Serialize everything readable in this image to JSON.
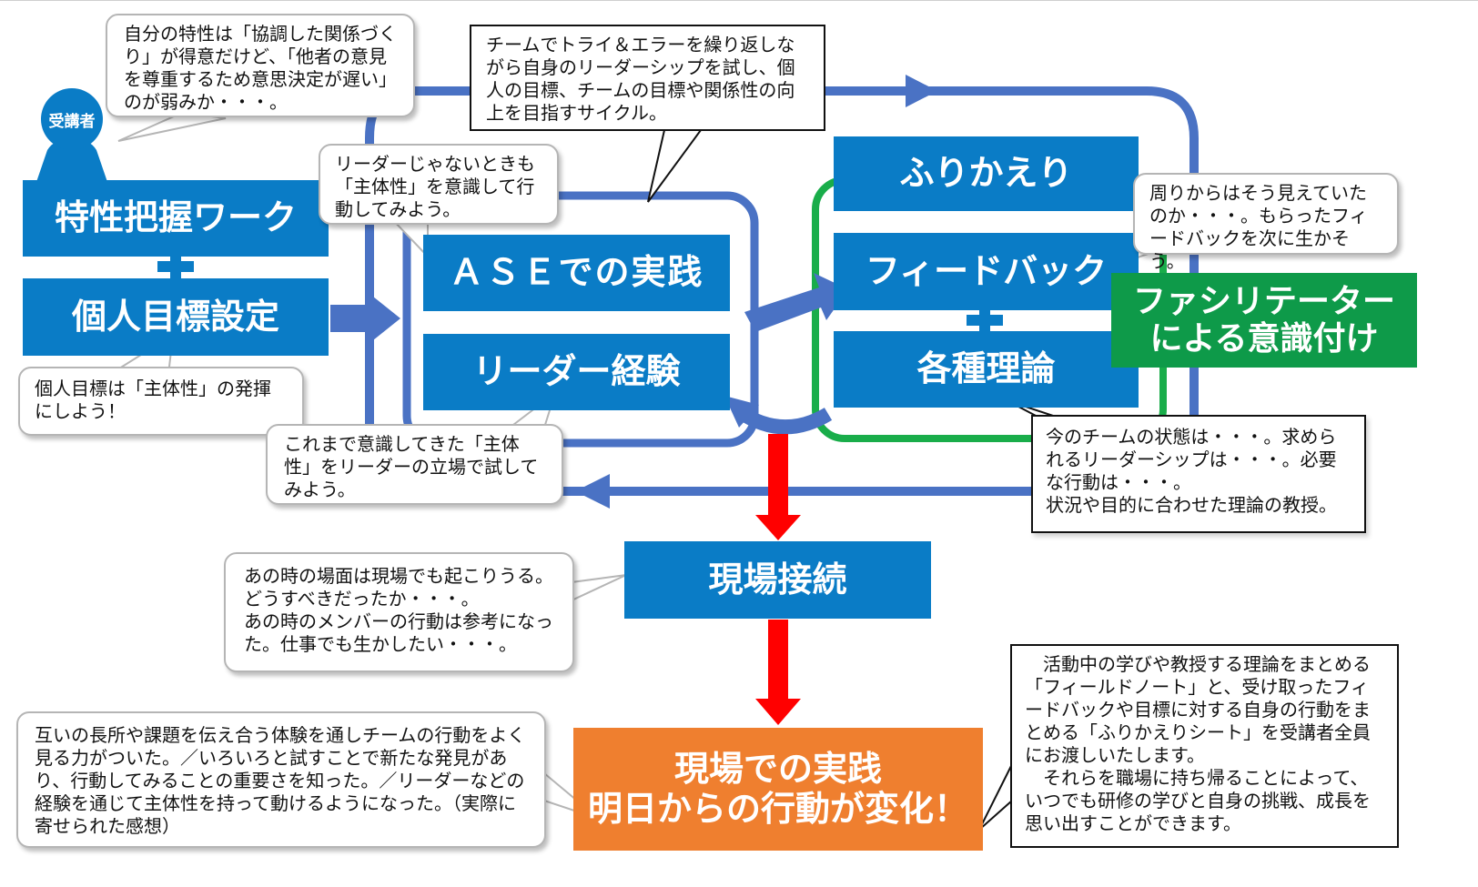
{
  "participant_label": "受講者",
  "boxes": {
    "trait_work": "特性把握ワーク",
    "personal_goal": "個人目標設定",
    "ase_practice": "ＡＳＥでの実践",
    "leader_experience": "リーダー経験",
    "reflection": "ふりかえり",
    "feedback": "フィードバック",
    "theories": "各種理論",
    "facilitator_line1": "ファシリテーター",
    "facilitator_line2": "による意識付け",
    "field_connection": "現場接続",
    "field_practice_line1": "現場での実践",
    "field_practice_line2": "明日からの行動が変化！"
  },
  "bubbles": {
    "self_trait": "自分の特性は「協調した関係づくり」が得意だけど、「他者の意見を尊重するため意思決定が遅い」のが弱みか・・・。",
    "cycle_description": "チームでトライ＆エラーを繰り返しながら自身のリーダーシップを試し、個人の目標、チームの目標や関係性の向上を目指すサイクル。",
    "non_leader": "リーダーじゃないときも「主体性」を意識して行動してみよう。",
    "others_view": "周りからはそう見えていたのか・・・。もらったフィードバックを次に生かそう。",
    "personal_goal_note": "個人目標は「主体性」の発揮にしよう！",
    "leader_trial": "これまで意識してきた「主体性」をリーダーの立場で試してみよう。",
    "team_state": "今のチームの状態は・・・。求められるリーダーシップは・・・。必要な行動は・・・。\n状況や目的に合わせた理論の教授。",
    "field_scene": "あの時の場面は現場でも起こりうる。どうすべきだったか・・・。\nあの時のメンバーの行動は参考になった。仕事でも生かしたい・・・。",
    "feedback_voices": "互いの長所や課題を伝え合う体験を通しチームの行動をよく見る力がついた。／いろいろと試すことで新たな発見があり、行動してみることの重要さを知った。／リーダーなどの経験を通じて主体性を持って動けるようになった。（実際に寄せられた感想）",
    "field_note": "　活動中の学びや教授する理論をまとめる「フィールドノート」と、受け取ったフィードバックや目標に対する自身の行動をまとめる「ふりかえりシート」を受講者全員にお渡しいたします。\n　それらを職場に持ち帰ることによって、いつでも研修の学びと自身の挑戦、成長を思い出すことができます。"
  },
  "colors": {
    "box_blue": "#0a7cc6",
    "loop_blue": "#4a72c4",
    "loop_green": "#19ad4a",
    "facilitator_green": "#0e9a49",
    "orange": "#ef7f2f",
    "arrow_red": "#ff0000"
  }
}
